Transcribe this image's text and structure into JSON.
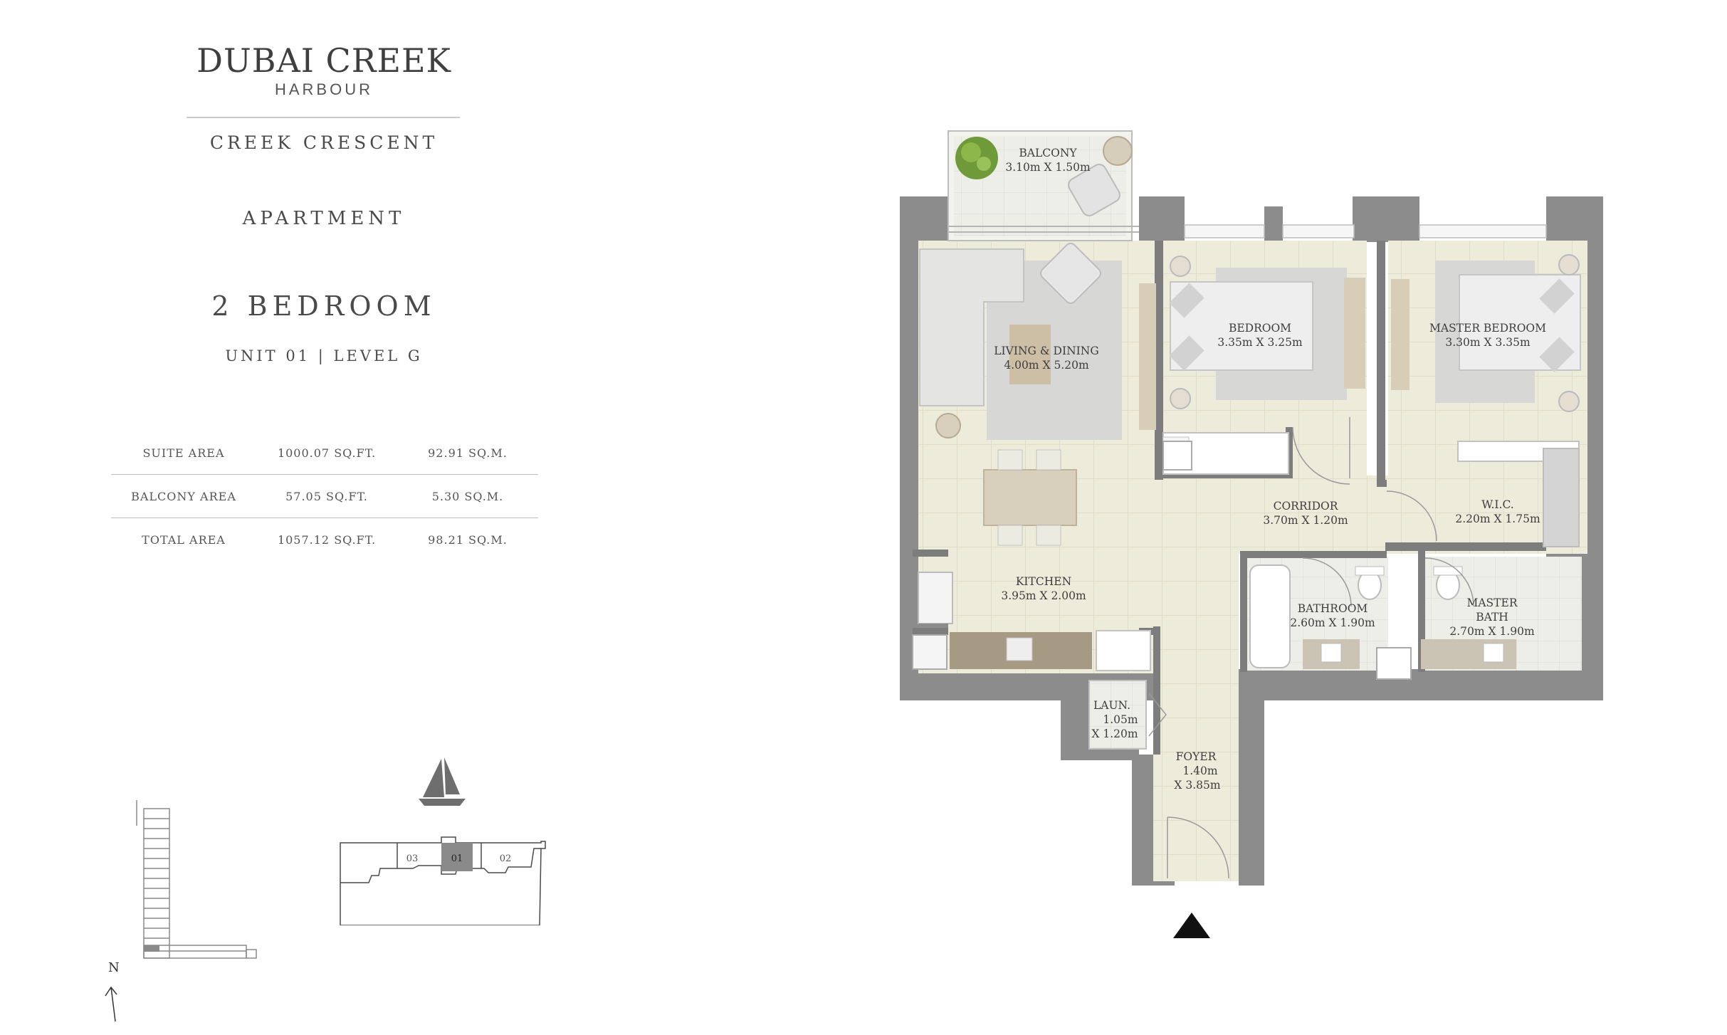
{
  "brand": {
    "name": "DUBAI CREEK",
    "sub": "HARBOUR"
  },
  "project": "CREEK CRESCENT",
  "property_type": "APARTMENT",
  "unit_type": "2 BEDROOM",
  "unit_level": "UNIT 01 | LEVEL G",
  "areas": [
    {
      "label": "SUITE AREA",
      "sqft": "1000.07 SQ.FT.",
      "sqm": "92.91 SQ.M."
    },
    {
      "label": "BALCONY AREA",
      "sqft": "57.05 SQ.FT.",
      "sqm": "5.30 SQ.M."
    },
    {
      "label": "TOTAL AREA",
      "sqft": "1057.12 SQ.FT.",
      "sqm": "98.21 SQ.M."
    }
  ],
  "rooms": {
    "balcony": {
      "name": "BALCONY",
      "dims": "3.10m X 1.50m"
    },
    "living": {
      "name": "LIVING & DINING",
      "dims": "4.00m X 5.20m"
    },
    "bedroom": {
      "name": "BEDROOM",
      "dims": "3.35m X 3.25m"
    },
    "master_bedroom": {
      "name": "MASTER BEDROOM",
      "dims": "3.30m X 3.35m"
    },
    "corridor": {
      "name": "CORRIDOR",
      "dims": "3.70m X 1.20m"
    },
    "wic": {
      "name": "W.I.C.",
      "dims": "2.20m X 1.75m"
    },
    "kitchen": {
      "name": "KITCHEN",
      "dims": "3.95m X 2.00m"
    },
    "bathroom": {
      "name": "BATHROOM",
      "dims": "2.60m X 1.90m"
    },
    "master_bath": {
      "name1": "MASTER",
      "name2": "BATH",
      "dims": "2.70m X 1.90m"
    },
    "laundry": {
      "name": "LAUN.",
      "dims1": "1.05m",
      "dims2": "X 1.20m"
    },
    "foyer": {
      "name": "FOYER",
      "dims1": "1.40m",
      "dims2": "X 3.85m"
    }
  },
  "key_plan": {
    "unit_03": "03",
    "unit_01": "01",
    "unit_02": "02"
  },
  "compass": {
    "north": "N"
  },
  "colors": {
    "wall": "#8c8c8c",
    "floor": "#edebda",
    "rug": "#d6d6d4",
    "wood": "#cdbfa5",
    "text": "#4a4a4a"
  }
}
